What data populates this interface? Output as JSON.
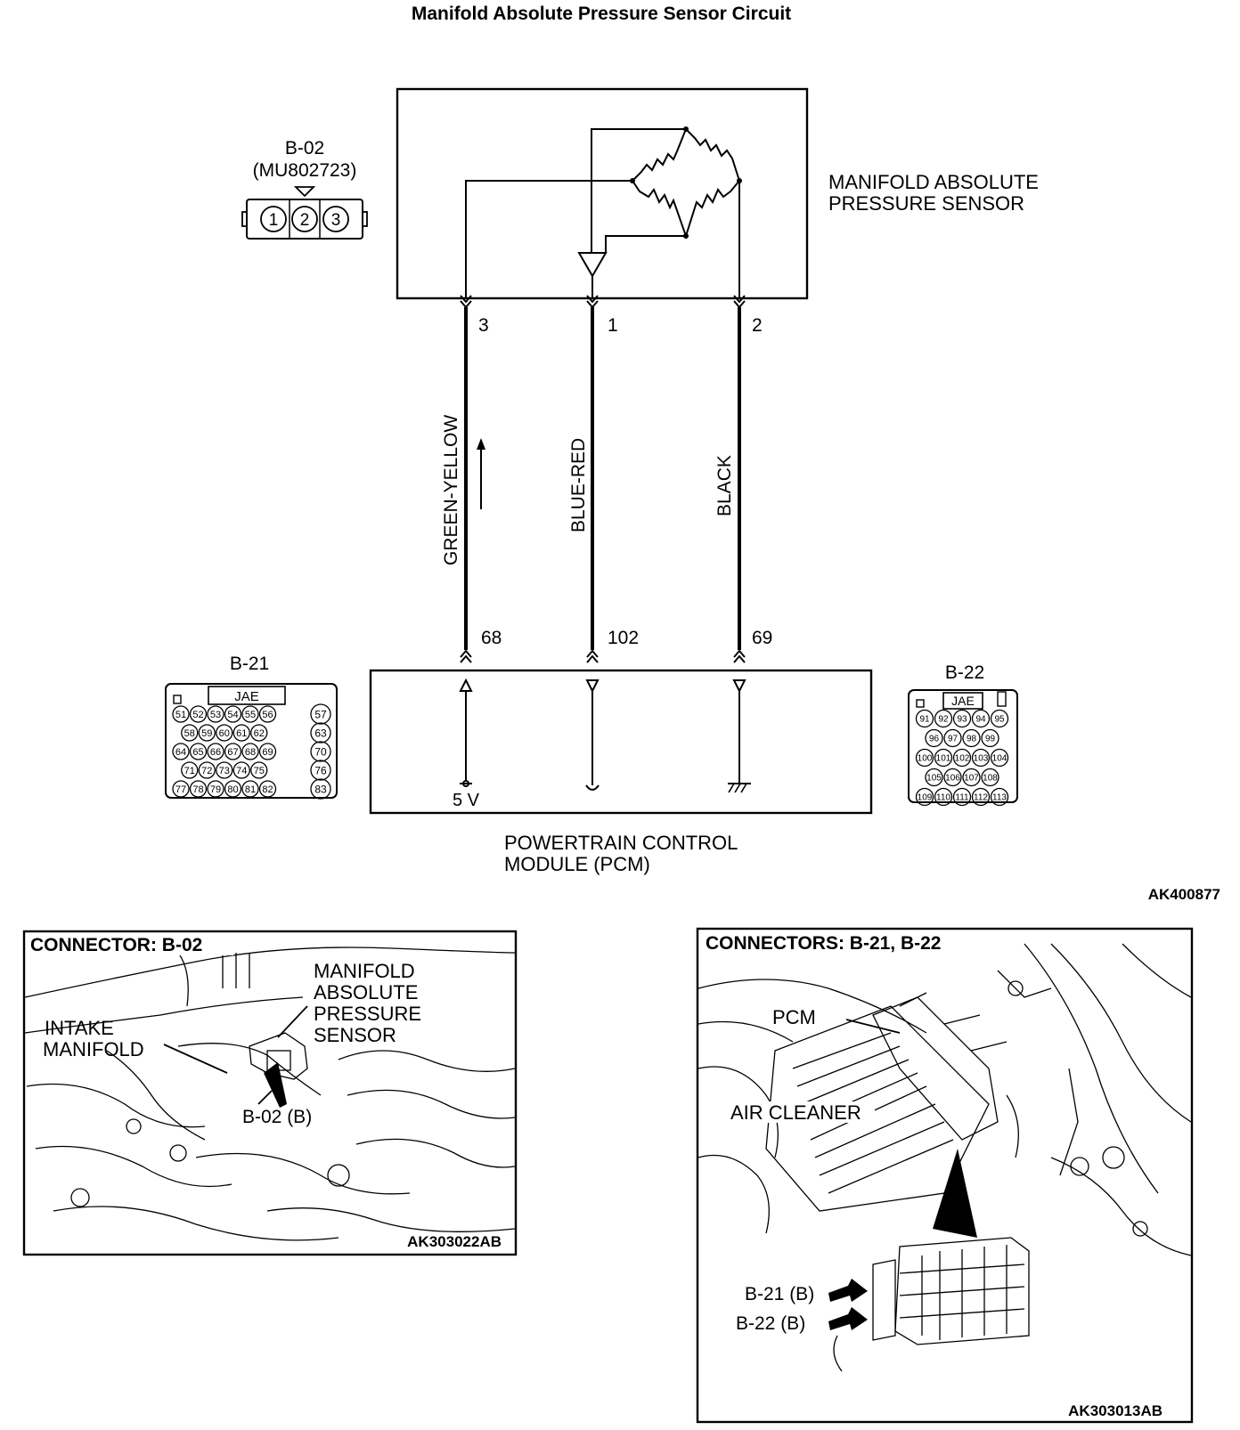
{
  "title": "Manifold Absolute Pressure Sensor Circuit",
  "sensor": {
    "label_line1": "MANIFOLD ABSOLUTE",
    "label_line2": "PRESSURE SENSOR",
    "pins": [
      "3",
      "1",
      "2"
    ]
  },
  "connector_b02": {
    "id": "B-02",
    "part": "(MU802723)",
    "pins": [
      "1",
      "2",
      "3"
    ]
  },
  "wires": [
    {
      "color": "GREEN-YELLOW",
      "sensor_pin": "3",
      "pcm_pin": "68"
    },
    {
      "color": "BLUE-RED",
      "sensor_pin": "1",
      "pcm_pin": "102"
    },
    {
      "color": "BLACK",
      "sensor_pin": "2",
      "pcm_pin": "69"
    }
  ],
  "pcm": {
    "label_line1": "POWERTRAIN CONTROL",
    "label_line2": "MODULE (PCM)",
    "supply": "5 V"
  },
  "connector_b21": {
    "id": "B-21",
    "maker": "JAE",
    "rows": [
      [
        "51",
        "52",
        "53",
        "54",
        "55",
        "56",
        "57"
      ],
      [
        "58",
        "59",
        "60",
        "61",
        "62",
        "63"
      ],
      [
        "64",
        "65",
        "66",
        "67",
        "68",
        "69",
        "70"
      ],
      [
        "71",
        "72",
        "73",
        "74",
        "75",
        "76"
      ],
      [
        "77",
        "78",
        "79",
        "80",
        "81",
        "82",
        "83"
      ]
    ]
  },
  "connector_b22": {
    "id": "B-22",
    "maker": "JAE",
    "rows": [
      [
        "91",
        "92",
        "93",
        "94",
        "95"
      ],
      [
        "96",
        "97",
        "98",
        "99"
      ],
      [
        "100",
        "101",
        "102",
        "103",
        "104"
      ],
      [
        "105",
        "106",
        "107",
        "108"
      ],
      [
        "109",
        "110",
        "111",
        "112",
        "113"
      ]
    ]
  },
  "diagram_code": "AK400877",
  "panel_left": {
    "title": "CONNECTOR: B-02",
    "callout_sensor": [
      "MANIFOLD",
      "ABSOLUTE",
      "PRESSURE",
      "SENSOR"
    ],
    "callout_manifold": [
      "INTAKE",
      "MANIFOLD"
    ],
    "callout_connector": "B-02 (B)",
    "code": "AK303022AB"
  },
  "panel_right": {
    "title": "CONNECTORS: B-21, B-22",
    "callout_pcm": "PCM",
    "callout_air": "AIR CLEANER",
    "callout_b21": "B-21 (B)",
    "callout_b22": "B-22 (B)",
    "code": "AK303013AB"
  }
}
